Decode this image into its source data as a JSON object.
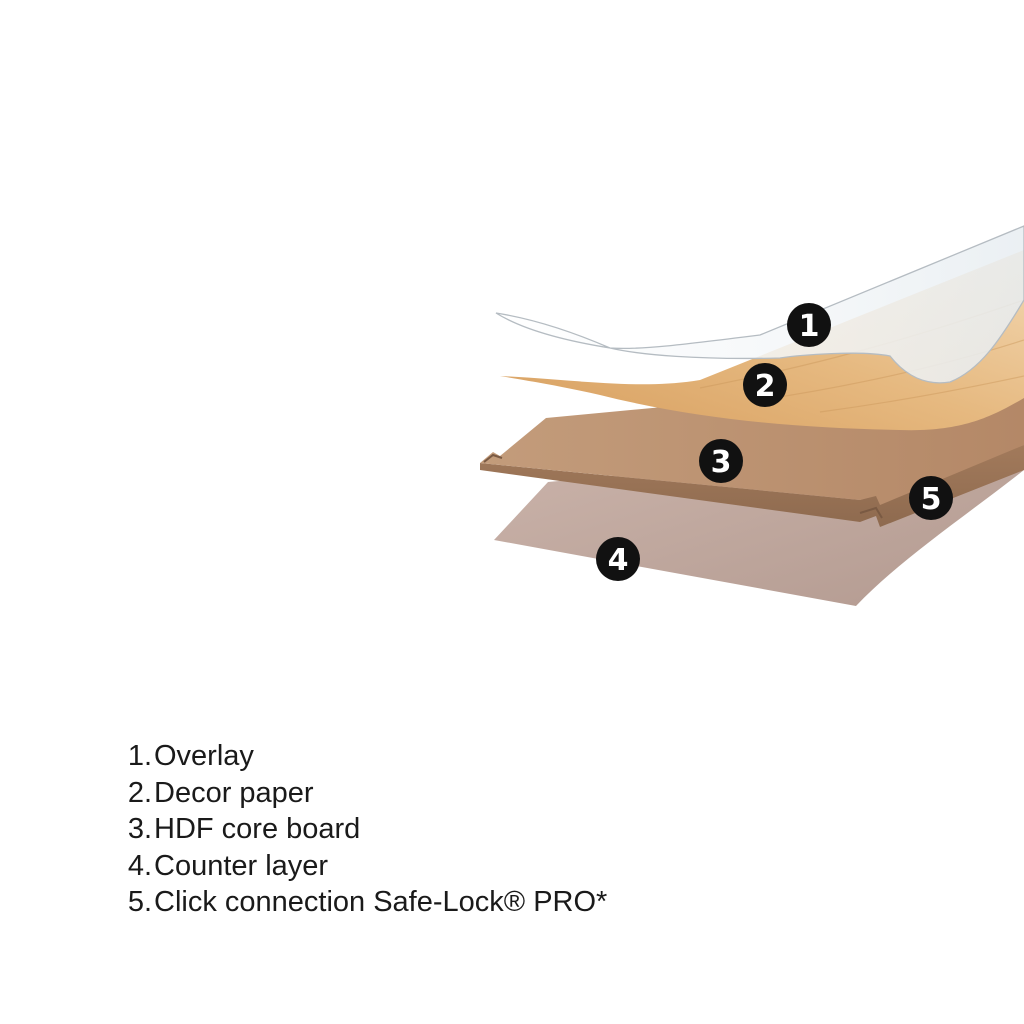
{
  "layers": [
    {
      "number": "1",
      "label": "Overlay"
    },
    {
      "number": "2",
      "label": "Decor paper"
    },
    {
      "number": "3",
      "label": "HDF core board"
    },
    {
      "number": "4",
      "label": "Counter layer"
    },
    {
      "number": "5",
      "label": "Click connection Safe-Lock® PRO*"
    }
  ],
  "legend": [
    {
      "number": "1.",
      "label": "Overlay"
    },
    {
      "number": "2.",
      "label": "Decor paper"
    },
    {
      "number": "3.",
      "label": "HDF core board"
    },
    {
      "number": "4.",
      "label": "Counter layer"
    },
    {
      "number": "5.",
      "label": "Click connection Safe-Lock® PRO*"
    }
  ],
  "colors": {
    "overlay": "#eef3f6",
    "decor_paper": "#e4b77e",
    "hdf_core": "#b98e6b",
    "counter_layer": "#bfa69d",
    "badge": "#111111",
    "text": "#1a1a1a"
  }
}
